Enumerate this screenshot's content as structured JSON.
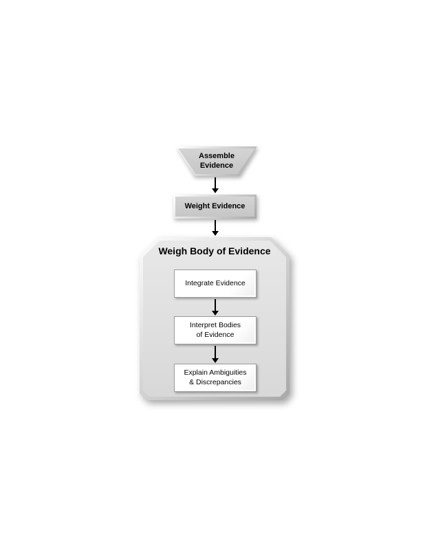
{
  "flowchart": {
    "assemble_node": {
      "label": "Assemble\nEvidence"
    },
    "weight_node": {
      "label": "Weight Evidence"
    },
    "container": {
      "title": "Weigh Body of Evidence"
    },
    "integrate_node": {
      "label": "Integrate Evidence"
    },
    "interpret_node": {
      "label": "Interpret Bodies\nof Evidence"
    },
    "explain_node": {
      "label": "Explain Ambiguities\n& Discrepancies"
    },
    "colors": {
      "node_fill": "#c6c6c6",
      "node_rim_dark": "#a8a8a8",
      "container_fill": "#d8d8d8",
      "inner_box_border": "#9c9c9c",
      "arrow_color": "#000000",
      "text_color": "#000000"
    }
  }
}
